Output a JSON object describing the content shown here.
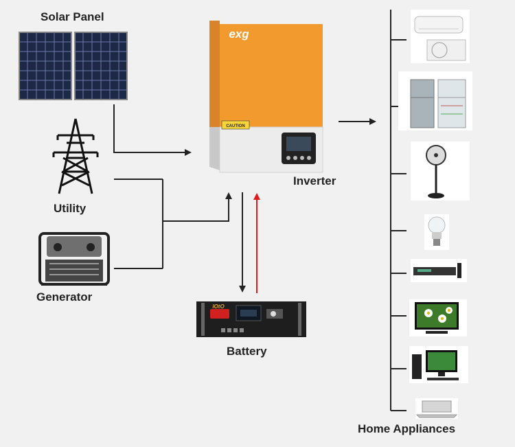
{
  "labels": {
    "solar_panel": "Solar Panel",
    "utility": "Utility",
    "generator": "Generator",
    "inverter": "Inverter",
    "battery": "Battery",
    "home_appliances": "Home Appliances"
  },
  "inverter": {
    "brand": "exg",
    "caution": "CAUTION"
  },
  "battery": {
    "brand": "lOtO"
  },
  "appliances": [
    "air-conditioner",
    "refrigerator",
    "stand-fan",
    "light-bulb",
    "dvd-player",
    "television",
    "desktop-computer",
    "laptop"
  ],
  "colors": {
    "inverter_orange": "#f29a2e",
    "battery_charge_arrow": "#e01b1b",
    "line": "#222222"
  }
}
